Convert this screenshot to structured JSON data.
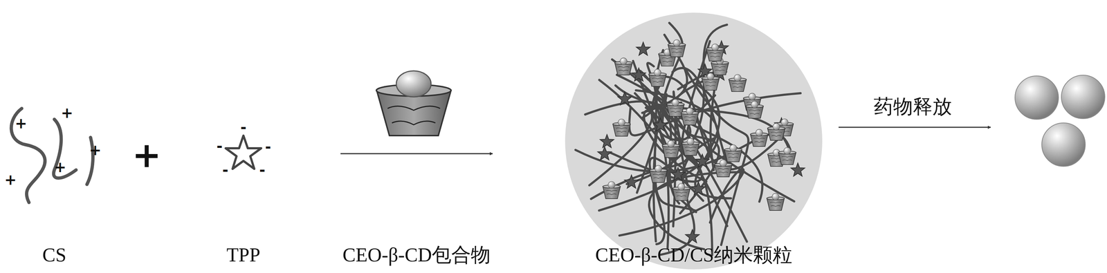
{
  "diagram": {
    "labels": [
      "+",
      "+",
      "+",
      "+",
      "+",
      "+",
      "-",
      "-",
      "-",
      "-",
      "-",
      "药物释放",
      "CS",
      "TPP",
      "CEO-β-CD包合物",
      "CEO-β-CD/CS纳米颗粒"
    ]
  }
}
